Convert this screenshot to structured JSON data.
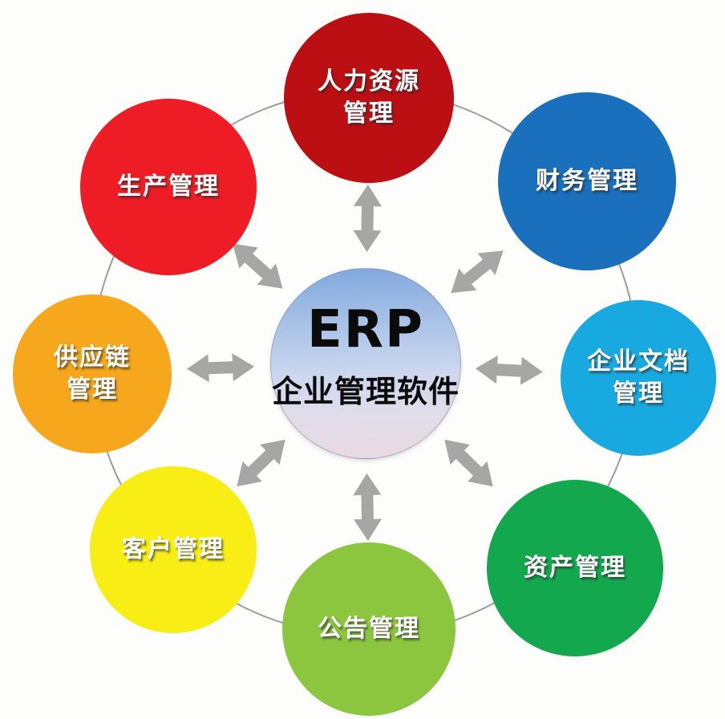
{
  "diagram": {
    "center": {
      "title": "ERP",
      "subtitle": "企业管理软件",
      "background": "linear-gradient(178deg, #7fa7dd 0%, #a9c3e8 30%, #ccd7ee 55%, #e2dde9 78%, #ead9e1 100%)"
    },
    "nodes": [
      {
        "id": "human-resources",
        "line1": "人力资源",
        "line2": "管理",
        "color": "#bb0f13"
      },
      {
        "id": "finance",
        "line1": "财务管理",
        "line2": "",
        "color": "#1a70bd"
      },
      {
        "id": "enterprise-docs",
        "line1": "企业文档",
        "line2": "管理",
        "color": "#18a9e0"
      },
      {
        "id": "assets",
        "line1": "资产管理",
        "line2": "",
        "color": "#13a84e"
      },
      {
        "id": "announcements",
        "line1": "公告管理",
        "line2": "",
        "color": "#8cc63e"
      },
      {
        "id": "customers",
        "line1": "客户管理",
        "line2": "",
        "color": "#f8ee16"
      },
      {
        "id": "supply-chain",
        "line1": "供应链",
        "line2": "管理",
        "color": "#f6a71c"
      },
      {
        "id": "production",
        "line1": "生产管理",
        "line2": "",
        "color": "#ee1c24"
      }
    ],
    "connector_color": "#a6a6a6",
    "ring_color": "#9b9b9b"
  }
}
